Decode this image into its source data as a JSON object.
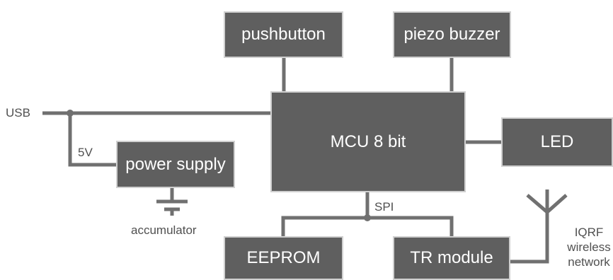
{
  "colors": {
    "block_fill": "#5f5f5f",
    "block_border": "#d0d0d0",
    "wire": "#707070",
    "text_on_block": "#ffffff",
    "label_text": "#505050"
  },
  "blocks": {
    "pushbutton": "pushbutton",
    "piezo_buzzer": "piezo buzzer",
    "mcu": "MCU 8 bit",
    "led": "LED",
    "power_supply": "power supply",
    "eeprom": "EEPROM",
    "tr_module": "TR module"
  },
  "labels": {
    "usb": "USB",
    "five_v": "5V",
    "accumulator": "accumulator",
    "spi": "SPI",
    "iqrf_line1": "IQRF",
    "iqrf_line2": "wireless",
    "iqrf_line3": "network"
  },
  "icons": [
    "battery-icon",
    "antenna-icon"
  ]
}
